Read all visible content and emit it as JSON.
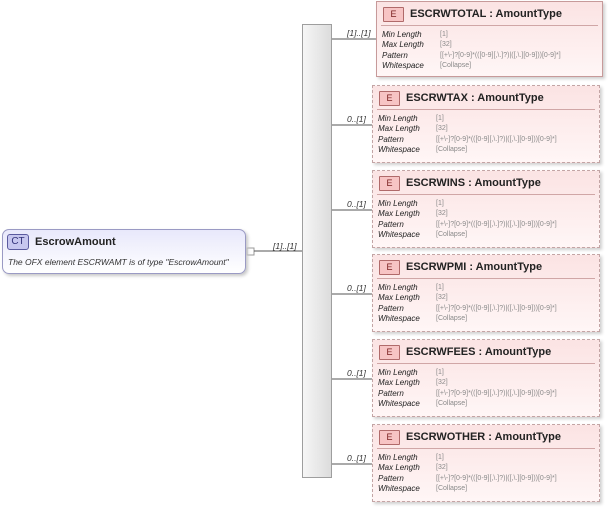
{
  "complex_type": {
    "badge": "CT",
    "name": "EscrowAmount",
    "description": "The OFX element ESCRWAMT is of type \"EscrowAmount\""
  },
  "sequence_multiplicity": "[1]..[1]",
  "elements": [
    {
      "badge": "E",
      "title": "ESCRWTOTAL : AmountType",
      "multiplicity": "[1]..[1]",
      "required": true,
      "facets": [
        {
          "name": "Min Length",
          "value": "[1]"
        },
        {
          "name": "Max Length",
          "value": "[32]"
        },
        {
          "name": "Pattern",
          "value": "[[+\\-]?[0-9]*(([0-9][,\\.]?)|([,\\.][0-9]))[0-9]*]"
        },
        {
          "name": "Whitespace",
          "value": "[Collapse]"
        }
      ]
    },
    {
      "badge": "E",
      "title": "ESCRWTAX : AmountType",
      "multiplicity": "0..[1]",
      "required": false,
      "facets": [
        {
          "name": "Min Length",
          "value": "[1]"
        },
        {
          "name": "Max Length",
          "value": "[32]"
        },
        {
          "name": "Pattern",
          "value": "[[+\\-]?[0-9]*(([0-9][,\\.]?)|([,\\.][0-9]))[0-9]*]"
        },
        {
          "name": "Whitespace",
          "value": "[Collapse]"
        }
      ]
    },
    {
      "badge": "E",
      "title": "ESCRWINS : AmountType",
      "multiplicity": "0..[1]",
      "required": false,
      "facets": [
        {
          "name": "Min Length",
          "value": "[1]"
        },
        {
          "name": "Max Length",
          "value": "[32]"
        },
        {
          "name": "Pattern",
          "value": "[[+\\-]?[0-9]*(([0-9][,\\.]?)|([,\\.][0-9]))[0-9]*]"
        },
        {
          "name": "Whitespace",
          "value": "[Collapse]"
        }
      ]
    },
    {
      "badge": "E",
      "title": "ESCRWPMI : AmountType",
      "multiplicity": "0..[1]",
      "required": false,
      "facets": [
        {
          "name": "Min Length",
          "value": "[1]"
        },
        {
          "name": "Max Length",
          "value": "[32]"
        },
        {
          "name": "Pattern",
          "value": "[[+\\-]?[0-9]*(([0-9][,\\.]?)|([,\\.][0-9]))[0-9]*]"
        },
        {
          "name": "Whitespace",
          "value": "[Collapse]"
        }
      ]
    },
    {
      "badge": "E",
      "title": "ESCRWFEES : AmountType",
      "multiplicity": "0..[1]",
      "required": false,
      "facets": [
        {
          "name": "Min Length",
          "value": "[1]"
        },
        {
          "name": "Max Length",
          "value": "[32]"
        },
        {
          "name": "Pattern",
          "value": "[[+\\-]?[0-9]*(([0-9][,\\.]?)|([,\\.][0-9]))[0-9]*]"
        },
        {
          "name": "Whitespace",
          "value": "[Collapse]"
        }
      ]
    },
    {
      "badge": "E",
      "title": "ESCRWOTHER : AmountType",
      "multiplicity": "0..[1]",
      "required": false,
      "facets": [
        {
          "name": "Min Length",
          "value": "[1]"
        },
        {
          "name": "Max Length",
          "value": "[32]"
        },
        {
          "name": "Pattern",
          "value": "[[+\\-]?[0-9]*(([0-9][,\\.]?)|([,\\.][0-9]))[0-9]*]"
        },
        {
          "name": "Whitespace",
          "value": "[Collapse]"
        }
      ]
    }
  ]
}
